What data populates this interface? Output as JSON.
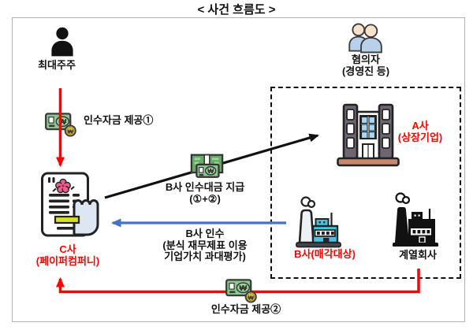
{
  "title": "< 사건 흐름도 >",
  "colors": {
    "red": "#ff0000",
    "blue": "#4472c4",
    "black": "#111111",
    "box_border": "#b3b3b3",
    "money_green": "#8bc88b",
    "coin_gold": "#d9be45",
    "factory_cyan": "#47c3df",
    "building_gray": "#6e6472",
    "building_base": "#c9886c",
    "people_head": "#f9e2cb",
    "people_body": "#b9d0ea",
    "paper_curl": "#dce7f3",
    "seal_pink": "#ef5e8c",
    "highlight_yellow": "#d6de2b"
  },
  "nodes": {
    "shareholder": {
      "label": "최대주주",
      "icon": "person-icon"
    },
    "suspects": {
      "label": "혐의자",
      "sublabel": "(경영진 등)",
      "icon": "people-icon"
    },
    "company_a": {
      "label": "A사",
      "sublabel": "(상장기업)",
      "icon": "office-building-icon"
    },
    "company_b": {
      "label": "B사(매각대상)",
      "icon": "factory-cyan-icon"
    },
    "affiliate": {
      "label": "계열회사",
      "icon": "factory-black-icon"
    },
    "company_c": {
      "label": "C사",
      "sublabel": "(페이퍼컴퍼니)",
      "icon": "document-icon"
    }
  },
  "flows": {
    "fund1": {
      "label": "인수자금 제공①",
      "icon": "money-icon"
    },
    "payment": {
      "label": "B사 인수대금 지급",
      "sublabel": "(①+②)",
      "icon": "money-stack-icon"
    },
    "acquisition": {
      "line1": "B사 인수",
      "line2": "(분식 재무제표 이용",
      "line3": "기업가치 과대평가)"
    },
    "fund2": {
      "label": "인수자금 제공②",
      "icon": "money-icon"
    }
  }
}
